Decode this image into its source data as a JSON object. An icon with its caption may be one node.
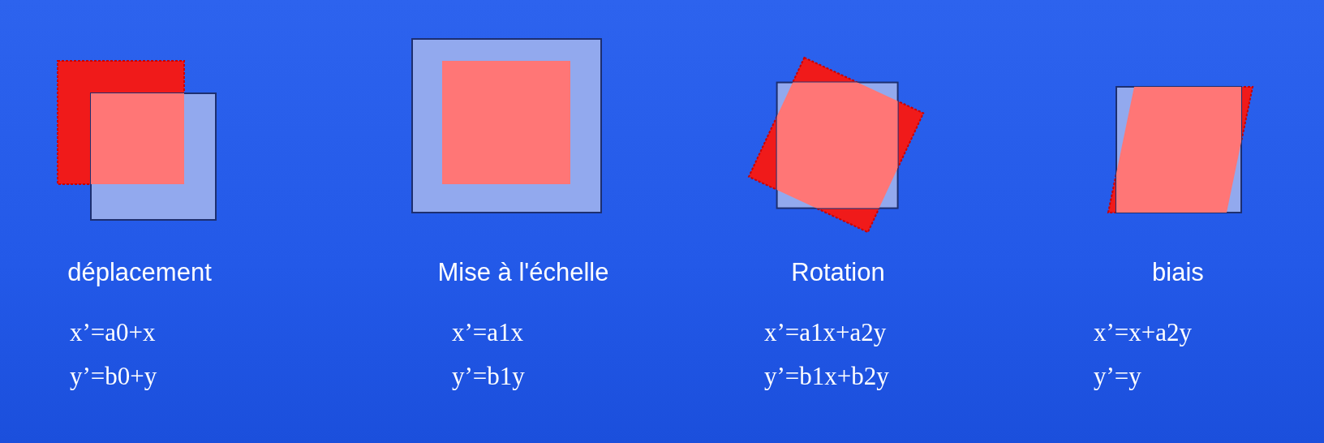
{
  "diagram": {
    "labels": [
      "déplacement",
      "x’=a0+x",
      "y’=b0+y",
      "Mise à l'échelle",
      "x’=a1x",
      "y’=b1y",
      "Rotation",
      "x’=a1x+a2y",
      "y’=b1x+b2y",
      "biais",
      "x’=x+a2y",
      "y’=y"
    ]
  }
}
